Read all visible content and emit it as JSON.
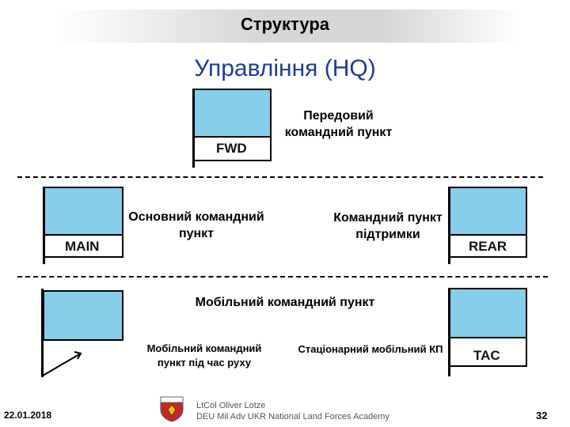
{
  "header": {
    "title": "Структура"
  },
  "diagram": {
    "title": "Управління (HQ)",
    "fwd": {
      "code": "FWD",
      "label_line1": "Передовий",
      "label_line2": "командний пункт"
    },
    "main": {
      "code": "MAIN",
      "label_line1": "Основний командний",
      "label_line2": "пункт"
    },
    "rear": {
      "code": "REAR",
      "label_line1": "Командний пункт",
      "label_line2": "підтримки"
    },
    "mobile_heading": "Мобільний командний пункт",
    "mobile": {
      "label_line1": "Мобільний командний",
      "label_line2": "пункт під час руху"
    },
    "tac": {
      "code": "TAC",
      "label": "Стаціонарний мобільний КП"
    }
  },
  "footer": {
    "date": "22.01.2018",
    "author_line1": "LtCol Oliver Lotze",
    "author_line2": "DEU Mil Adv UKR National Land Forces Academy",
    "page_number": "32"
  },
  "colors": {
    "fill": "#87ceeb",
    "title": "#1f3a93"
  }
}
